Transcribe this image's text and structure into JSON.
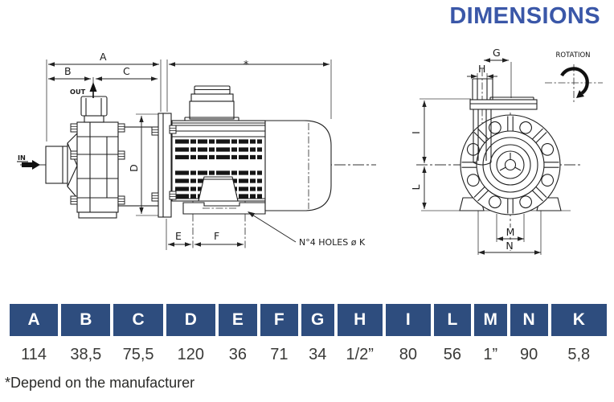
{
  "title": "DIMENSIONS",
  "colors": {
    "title_blue": "#3a57a8",
    "header_blue": "#2e4d7e",
    "line": "#1f1f1f"
  },
  "drawings": {
    "side_view": {
      "dim_a": "A",
      "dim_b": "B",
      "dim_c": "C",
      "dim_d": "D",
      "dim_e": "E",
      "dim_f": "F",
      "asterisk": "*",
      "out_label": "OUT",
      "in_label": "IN",
      "holes_note": "N°4 HOLES ø K"
    },
    "front_view": {
      "dim_g": "G",
      "dim_h": "H",
      "dim_i": "I",
      "dim_l": "L",
      "dim_m": "M",
      "dim_n": "N",
      "rotation_label": "ROTATION"
    }
  },
  "table": {
    "headers": [
      "A",
      "B",
      "C",
      "D",
      "E",
      "F",
      "G",
      "H",
      "I",
      "L",
      "M",
      "N",
      "K"
    ],
    "values": [
      "114",
      "38,5",
      "75,5",
      "120",
      "36",
      "71",
      "34",
      "1/2”",
      "80",
      "56",
      "1”",
      "90",
      "5,8"
    ]
  },
  "footnote": "*Depend on the manufacturer"
}
